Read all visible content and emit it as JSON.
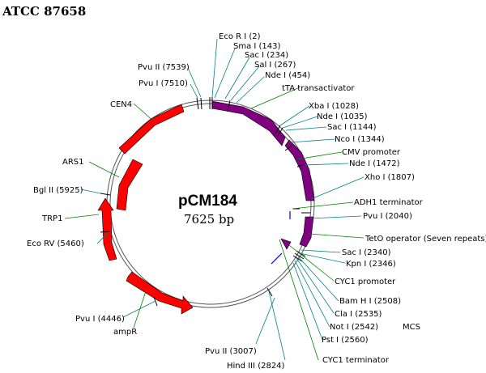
{
  "header": {
    "strain": "ATCC 87658"
  },
  "plasmid": {
    "name": "pCM184",
    "size": "7625 bp"
  },
  "colors": {
    "red": "#ff0000",
    "purple": "#800080",
    "teal": "#008080",
    "green": "#008000",
    "blue": "#0000cc",
    "backbone": "#555555"
  },
  "labels": {
    "ecori": "Eco R I (2)",
    "smai": "Sma I (143)",
    "saci234": "Sac I (234)",
    "sali": "Sal I (267)",
    "ndei454": "Nde I (454)",
    "tta": "tTA transactivator",
    "pvuii7539": "Pvu II (7539)",
    "pvui7510": "Pvu I (7510)",
    "cen4": "CEN4",
    "xbai": "Xba I (1028)",
    "ndei1035": "Nde I (1035)",
    "saci1144": "Sac I (1144)",
    "ncoi": "Nco I (1344)",
    "cmv": "CMV promoter",
    "ndei1472": "Nde I (1472)",
    "xhoi": "Xho I (1807)",
    "ars1": "ARS1",
    "bglii": "Bgl II (5925)",
    "adh1": "ADH1 terminator",
    "pvui2040": "Pvu I (2040)",
    "trp1": "TRP1",
    "tetO": "TetO operator (Seven repeats)",
    "ecorv": "Eco RV (5460)",
    "saci2340": "Sac I (2340)",
    "kpni": "Kpn I (2346)",
    "cyc1p": "CYC1 promoter",
    "bamhi": "Bam H I (2508)",
    "clai": "Cla I (2535)",
    "noti": "Not I (2542)",
    "pvui4446": "Pvu I (4446)",
    "ampr": "ampR",
    "psti": "Pst I (2560)",
    "mcs": "MCS",
    "pvuii3007": "Pvu II (3007)",
    "hindiii": "Hind III (2824)",
    "cyc1t": "CYC1 terminator"
  }
}
